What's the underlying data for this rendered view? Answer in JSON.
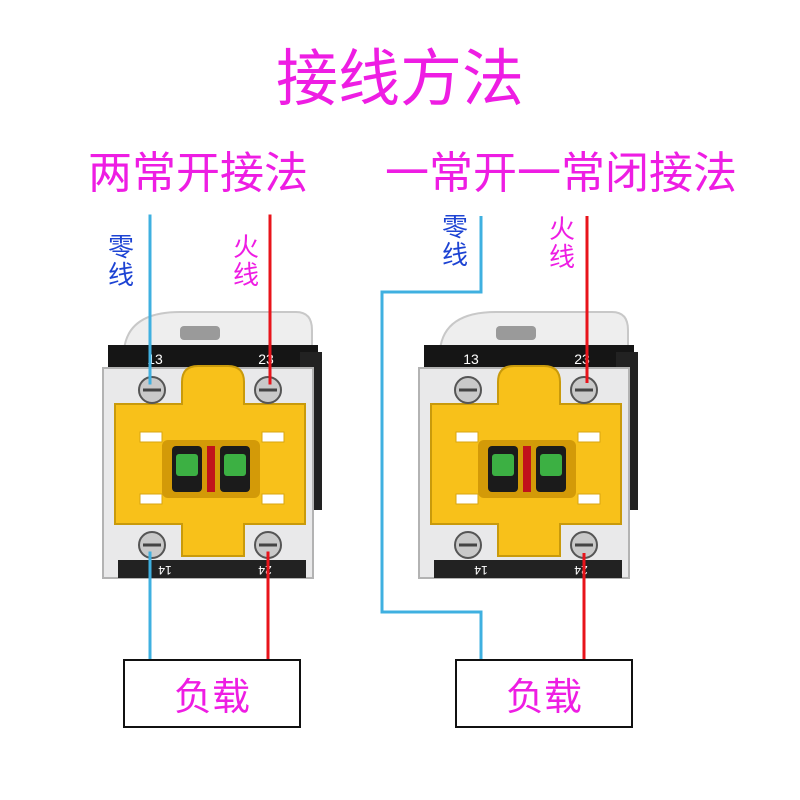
{
  "title": "接线方法",
  "left": {
    "subtitle": "两常开接法",
    "neutral_label": "零线",
    "live_label": "火线",
    "load_label": "负载",
    "terminal_top_left": "13",
    "terminal_top_right": "23",
    "terminal_bottom_left": "14",
    "terminal_bottom_right": "24"
  },
  "right": {
    "subtitle": "一常开一常闭接法",
    "neutral_label": "零线",
    "live_label": "火线",
    "load_label": "负载",
    "terminal_top_left": "13",
    "terminal_top_right": "23",
    "terminal_bottom_left": "14",
    "terminal_bottom_right": "24"
  },
  "colors": {
    "heading": "#ee1de3",
    "neutral_wire": "#3fb0e0",
    "live_wire": "#e8141b",
    "switch_body": "#f8c11a",
    "neutral_label": "#1d43d3"
  }
}
